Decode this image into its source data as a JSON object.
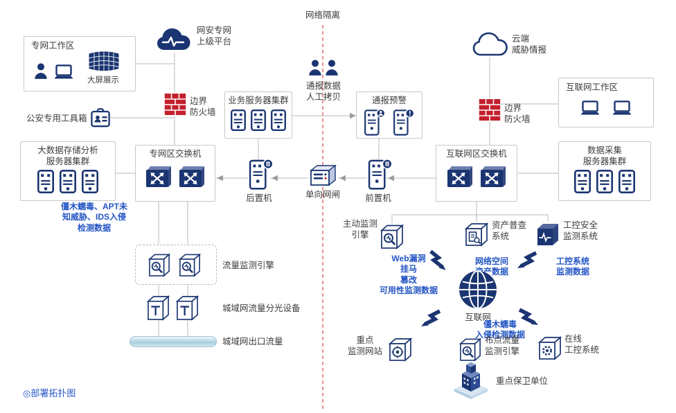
{
  "watermark": "◎部署拓扑图",
  "colors": {
    "navy": "#1a3571",
    "firewall_red": "#c4202e",
    "data_text_blue": "#2355c4",
    "isolation_red": "#e05656",
    "wire_gray": "#b9b9b9"
  },
  "middle": {
    "isolation": "网络隔离",
    "manual_copy": "通报数据\n人工拷贝",
    "alert_title": "通报预警",
    "rear_machine": "后置机",
    "gateway": "单向网闸",
    "front_machine": "前置机"
  },
  "left": {
    "workarea_title": "专网工作区",
    "screen_label": "大屏展示",
    "cloud": "网安专网\n上级平台",
    "toolbox": "公安专用工具箱",
    "firewall": "边界\n防火墙",
    "business_servers": "业务服务器集群",
    "bigdata_servers": "大数据存储分析\n服务器集群",
    "switch_title": "专网区交换机",
    "apt_data": "僵木蠕毒、APT未\n知威胁、IDS入侵\n检测数据",
    "traffic_engine": "流量监测引擎",
    "splitter": "城域网流量分光设备",
    "metro_traffic": "城域网出口流量"
  },
  "right": {
    "cloud": "云端\n威胁情报",
    "workarea_title": "互联网工作区",
    "firewall": "边界\n防火墙",
    "switch_title": "互联网区交换机",
    "collect_servers": "数据采集\n服务器集群",
    "active_engine": "主动监测\n引擎",
    "asset_census": "资产普查\n系统",
    "ics_monitor": "工控安全\n监测系统",
    "web_vuln_data": "Web漏洞\n挂马\n篡改\n可用性监测数据",
    "cyber_asset_data": "网络空间\n资产数据",
    "ics_monitor_data": "工控系统\n监测数据",
    "internet": "互联网",
    "key_site": "重点\n监测网站",
    "point_engine": "布点流量\n监测引擎",
    "online_ics": "在线\n工控系统",
    "botnet_data": "僵木蠕毒\n入侵检测数据",
    "key_unit": "重点保卫单位"
  }
}
